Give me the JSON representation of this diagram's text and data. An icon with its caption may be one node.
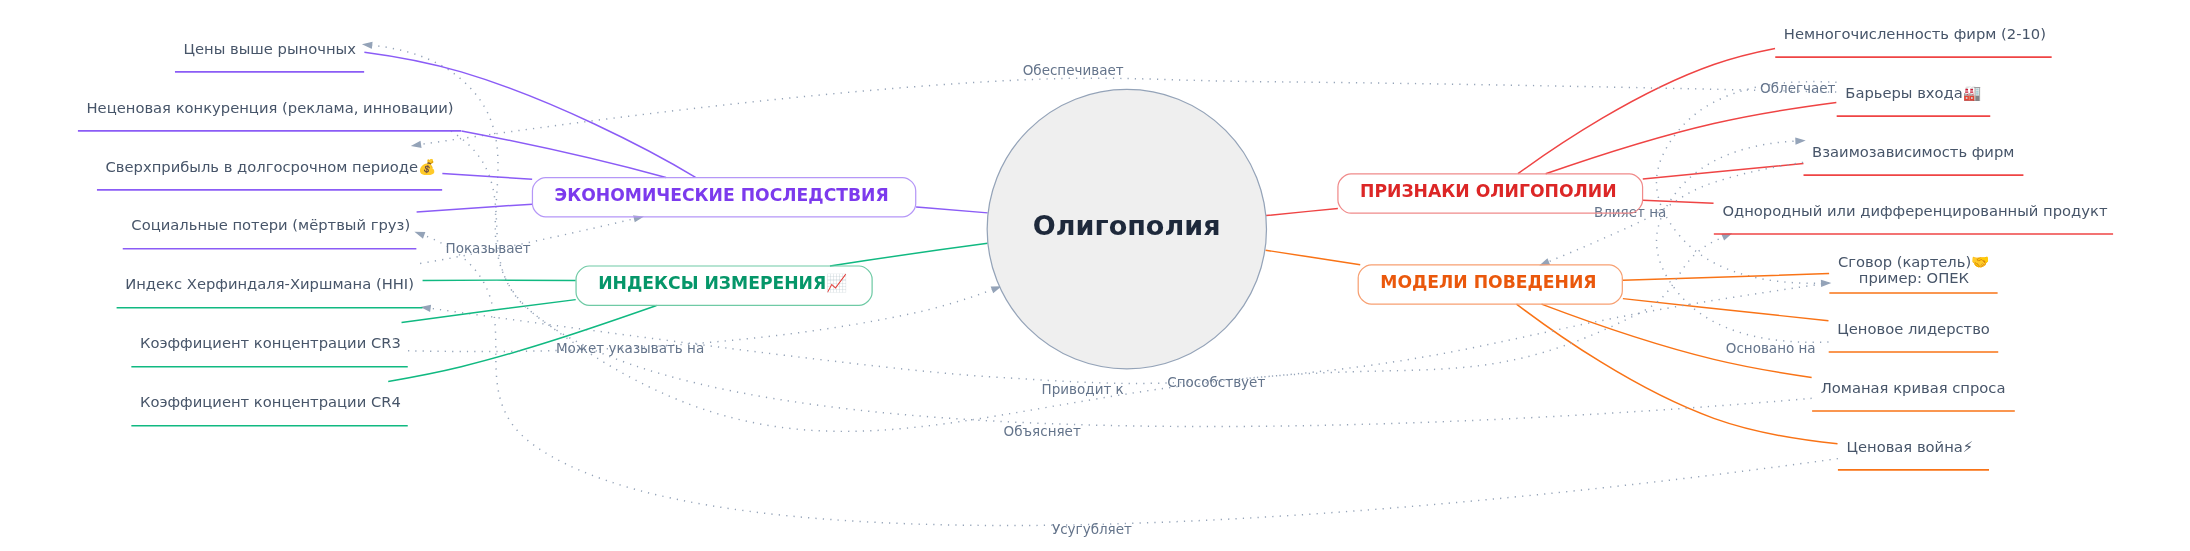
{
  "diagram": {
    "nodes": [
      {
        "text": [
          "Олигополия"
        ]
      },
      {
        "text": [
          "ПРИЗНАКИ ОЛИГОПОЛИИ"
        ]
      },
      {
        "text": [
          "Немногочисленность фирм (2-10)"
        ]
      },
      {
        "text": [
          "Барьеры входа🏭"
        ]
      },
      {
        "text": [
          "Взаимозависимость фирм"
        ]
      },
      {
        "text": [
          "Однородный или дифференцированный продукт"
        ]
      },
      {
        "text": [
          "МОДЕЛИ ПОВЕДЕНИЯ"
        ]
      },
      {
        "text": [
          "Сговор (картель)🤝",
          "пример: ОПЕК"
        ]
      },
      {
        "text": [
          "Ценовое лидерство"
        ]
      },
      {
        "text": [
          "Ломаная кривая спроса"
        ]
      },
      {
        "text": [
          "Ценовая война⚡"
        ]
      },
      {
        "text": [
          "ИНДЕКСЫ ИЗМЕРЕНИЯ📈"
        ]
      },
      {
        "text": [
          "Индекс Херфиндаля-Хиршмана (HHI)"
        ]
      },
      {
        "text": [
          "Коэффициент концентрации CR3"
        ]
      },
      {
        "text": [
          "Коэффициент концентрации CR4"
        ]
      },
      {
        "text": [
          "ЭКОНОМИЧЕСКИЕ ПОСЛЕДСТВИЯ"
        ]
      },
      {
        "text": [
          "Цены выше рыночных"
        ]
      },
      {
        "text": [
          "Неценовая конкуренция (реклама, инновации)"
        ]
      },
      {
        "text": [
          "Сверхприбыль в долгосрочном периоде💰"
        ]
      },
      {
        "text": [
          "Социальные потери (мёртвый груз)"
        ]
      }
    ],
    "edges": [
      {
        "from": 0,
        "to": 1,
        "arrow": "none",
        "color": "#ef4444"
      },
      {
        "from": 1,
        "to": 2,
        "arrow": "none",
        "color": "#ef4444"
      },
      {
        "from": 1,
        "to": 3,
        "arrow": "none",
        "color": "#ef4444"
      },
      {
        "from": 1,
        "to": 4,
        "arrow": "none",
        "color": "#ef4444"
      },
      {
        "from": 1,
        "to": 5,
        "arrow": "none",
        "color": "#ef4444"
      },
      {
        "from": 0,
        "to": 6,
        "arrow": "none",
        "color": "#f97316"
      },
      {
        "from": 6,
        "to": 7,
        "arrow": "none",
        "color": "#f97316"
      },
      {
        "from": 6,
        "to": 8,
        "arrow": "none",
        "color": "#f97316"
      },
      {
        "from": 6,
        "to": 9,
        "arrow": "none",
        "color": "#f97316"
      },
      {
        "from": 6,
        "to": 10,
        "arrow": "none",
        "color": "#f97316"
      },
      {
        "from": 0,
        "to": 11,
        "arrow": "none",
        "color": "#10b981"
      },
      {
        "from": 11,
        "to": 12,
        "arrow": "none",
        "color": "#10b981"
      },
      {
        "from": 11,
        "to": 13,
        "arrow": "none",
        "color": "#10b981"
      },
      {
        "from": 11,
        "to": 14,
        "arrow": "none",
        "color": "#10b981"
      },
      {
        "from": 0,
        "to": 15,
        "arrow": "none",
        "color": "#8b5cf6"
      },
      {
        "from": 15,
        "to": 16,
        "arrow": "none",
        "color": "#8b5cf6"
      },
      {
        "from": 15,
        "to": 17,
        "arrow": "none",
        "color": "#8b5cf6"
      },
      {
        "from": 15,
        "to": 18,
        "arrow": "none",
        "color": "#8b5cf6"
      },
      {
        "from": 15,
        "to": 19,
        "arrow": "none",
        "color": "#8b5cf6"
      },
      {
        "from": 3,
        "to": 18,
        "arrow": "to",
        "label": "Обеспечивает",
        "style": "dashed",
        "color": "#94a3b8"
      },
      {
        "from": 17,
        "to": 5,
        "arrow": "to",
        "label": "Способствует",
        "style": "dashed",
        "color": "#94a3b8"
      },
      {
        "from": 9,
        "to": 16,
        "arrow": "to",
        "label": "Объясняет",
        "style": "dashed",
        "color": "#94a3b8"
      },
      {
        "from": 7,
        "to": 12,
        "arrow": "to",
        "label": "Приводит к",
        "style": "dashed",
        "color": "#94a3b8"
      },
      {
        "from": 10,
        "to": 19,
        "arrow": "to",
        "label": "Усугубляет",
        "style": "dashed",
        "color": "#94a3b8"
      },
      {
        "from": 12,
        "to": 15,
        "arrow": "to",
        "label": "Показывает",
        "style": "dashed",
        "color": "#94a3b8"
      },
      {
        "from": 13,
        "to": 0,
        "arrow": "to",
        "label": "Может указывать на",
        "style": "dashed",
        "color": "#94a3b8"
      },
      {
        "from": 4,
        "to": 6,
        "arrow": "to",
        "label": "Влияет на",
        "style": "dashed",
        "color": "#94a3b8"
      },
      {
        "from": 3,
        "to": 7,
        "arrow": "to",
        "label": "Облегчает",
        "style": "dashed",
        "color": "#94a3b8"
      },
      {
        "from": 8,
        "to": 4,
        "arrow": "to",
        "label": "Основано на",
        "style": "dashed",
        "color": "#94a3b8"
      }
    ]
  }
}
